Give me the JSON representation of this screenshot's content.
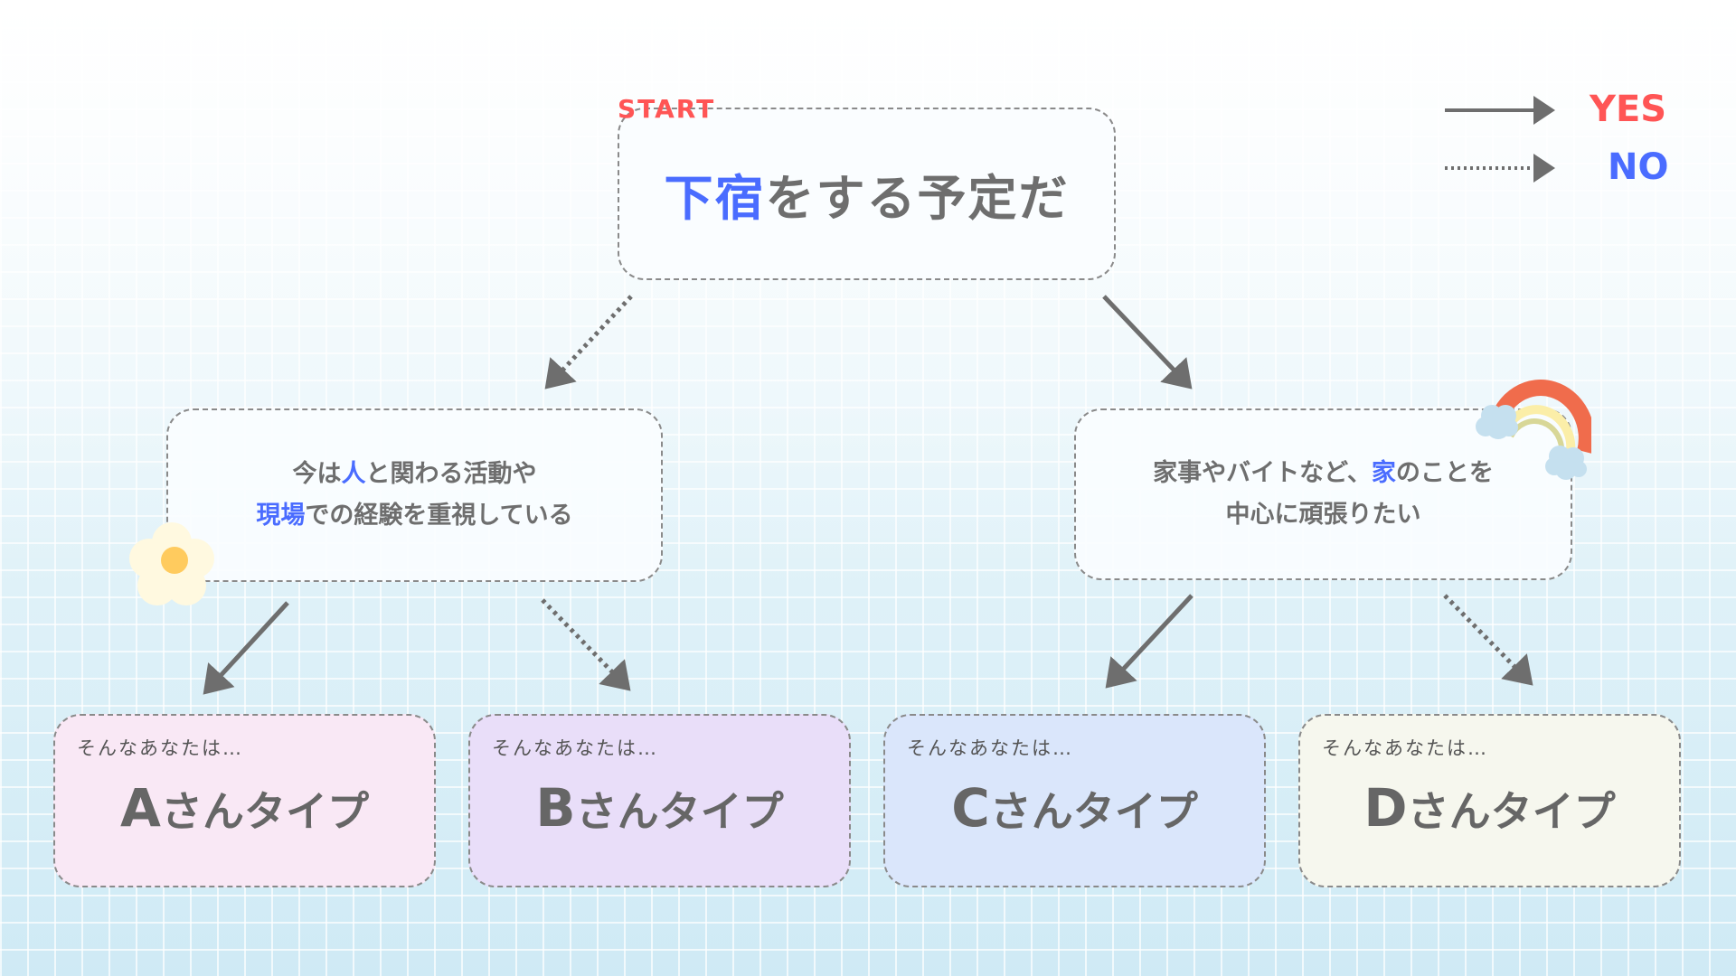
{
  "legend": {
    "yes": "YES",
    "no": "NO"
  },
  "start": {
    "label": "START",
    "question_highlight": "下宿",
    "question_rest": "をする予定だ"
  },
  "question_left": {
    "line1_a": "今は",
    "line1_hl": "人",
    "line1_b": "と関わる活動や",
    "line2_hl": "現場",
    "line2_b": "での経験を重視している"
  },
  "question_right": {
    "line1_a": "家事やバイトなど、",
    "line1_hl": "家",
    "line1_b": "のことを",
    "line2": "中心に頑張りたい"
  },
  "results": [
    {
      "prefix": "そんなあなたは…",
      "letter": "A",
      "suffix": "さんタイプ"
    },
    {
      "prefix": "そんなあなたは…",
      "letter": "B",
      "suffix": "さんタイプ"
    },
    {
      "prefix": "そんなあなたは…",
      "letter": "C",
      "suffix": "さんタイプ"
    },
    {
      "prefix": "そんなあなたは…",
      "letter": "D",
      "suffix": "さんタイプ"
    }
  ],
  "colors": {
    "yes": "#ff5555",
    "no": "#4a6cff",
    "highlight": "#4a6cff",
    "arrow": "#6e6e6e"
  }
}
